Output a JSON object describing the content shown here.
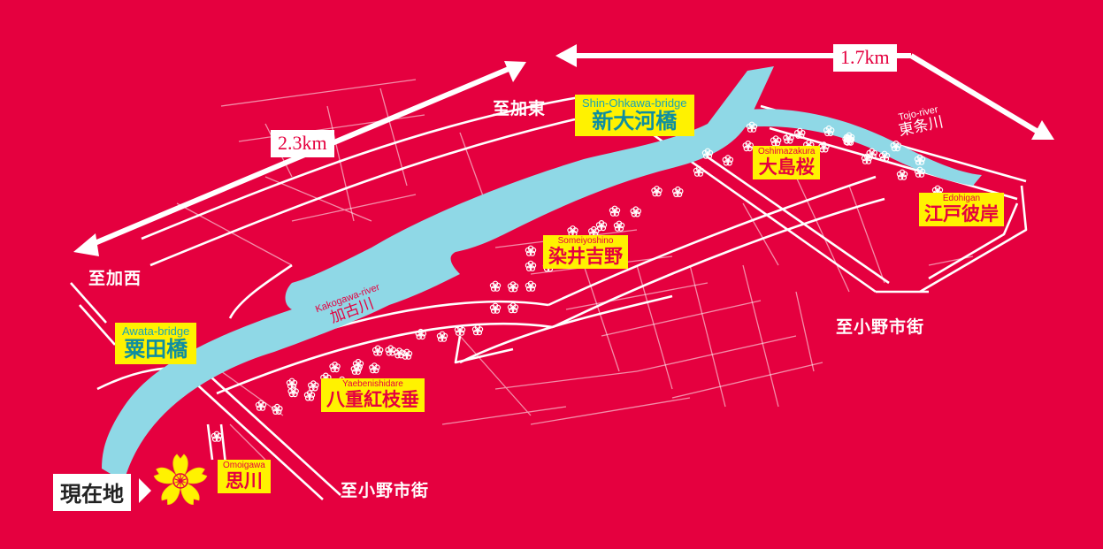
{
  "directions": {
    "to_kato_east": "至加東",
    "to_kasai": "至加西",
    "to_ono_right": "至小野市街",
    "to_ono_bottom": "至小野市街"
  },
  "distances": {
    "left": "2.3km",
    "right": "1.7km"
  },
  "bridges": {
    "shin_ohkawa": {
      "en": "Shin-Ohkawa-bridge",
      "jp": "新大河橋"
    },
    "awata": {
      "en": "Awata-bridge",
      "jp": "粟田橋"
    }
  },
  "rivers": {
    "kakogawa": {
      "en": "Kakogawa-river",
      "jp": "加古川"
    },
    "tojo": {
      "en": "Tojo-river",
      "jp": "東条川"
    }
  },
  "spots": {
    "oshimazakura": {
      "en": "Oshimazakura",
      "jp": "大島桜"
    },
    "edohigan": {
      "en": "Edohigan",
      "jp": "江戸彼岸"
    },
    "someiyoshino": {
      "en": "Someiyoshino",
      "jp": "染井吉野"
    },
    "yaebenishidare": {
      "en": "Yaebenishidare",
      "jp": "八重紅枝垂"
    },
    "omoigawa": {
      "en": "Omoigawa",
      "jp": "思川"
    }
  },
  "current_location": {
    "label": "現在地",
    "icon": "sakura-flower-icon"
  },
  "colors": {
    "background": "#e5003f",
    "river": "#8fd8e6",
    "label_box": "#fff200",
    "bridge_text": "#0e8ea0",
    "road": "#ffffff"
  }
}
